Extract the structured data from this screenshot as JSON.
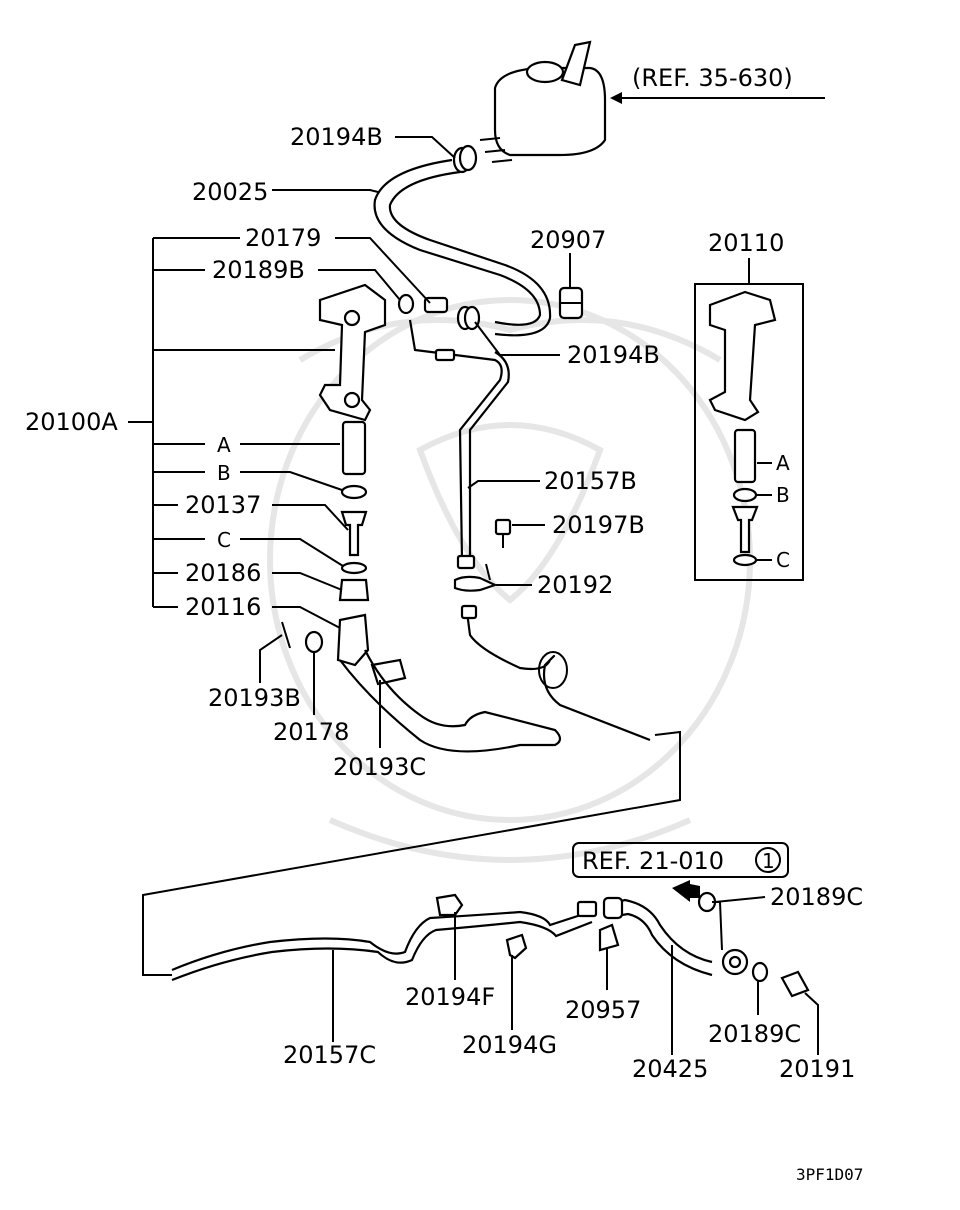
{
  "diagram": {
    "ref_reservoir": "(REF. 35-630)",
    "ref_lower": "REF. 21-010",
    "ref_lower_circle": "1",
    "footer_code": "3PF1D07",
    "callouts": {
      "p20194B_top": "20194B",
      "p20025": "20025",
      "p20179": "20179",
      "p20907": "20907",
      "p20189B": "20189B",
      "p20194B_mid": "20194B",
      "p20100A": "20100A",
      "A": "A",
      "B": "B",
      "p20137": "20137",
      "C": "C",
      "p20186": "20186",
      "p20116": "20116",
      "p20157B": "20157B",
      "p20197B": "20197B",
      "p20192": "20192",
      "p20193B": "20193B",
      "p20178": "20178",
      "p20193C": "20193C",
      "p20110": "20110",
      "kit_A": "A",
      "kit_B": "B",
      "kit_C": "C",
      "p20189C_top": "20189C",
      "p20194F": "20194F",
      "p20957": "20957",
      "p20157C": "20157C",
      "p20194G": "20194G",
      "p20425": "20425",
      "p20189C_bot": "20189C",
      "p20191": "20191"
    }
  }
}
